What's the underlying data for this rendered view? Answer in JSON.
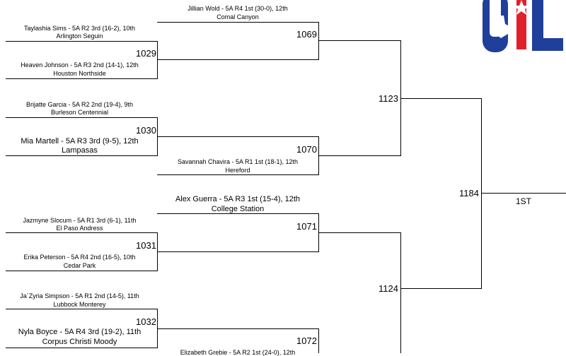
{
  "bracket": {
    "r1": [
      {
        "top_name": "Taylashia Sims - 5A R2 3rd (16-2), 10th",
        "top_school": "Arlington Seguin",
        "bottom_name": "Heaven Johnson - 5A R3 2nd (14-1), 12th",
        "bottom_school": "Houston Northside",
        "match": "1029"
      },
      {
        "top_name": "Brijatte Garcia - 5A R2 2nd (19-4), 9th",
        "top_school": "Burleson Centennial",
        "bottom_name": "Mia Martell - 5A R3 3rd (9-5), 12th",
        "bottom_school": "Lampasas",
        "match": "1030"
      },
      {
        "top_name": "Jazmyne Slocum - 5A R1 3rd (6-1), 11th",
        "top_school": "El Paso Andress",
        "bottom_name": "Erika Peterson - 5A R4 2nd (16-5), 10th",
        "bottom_school": "Cedar Park",
        "match": "1031"
      },
      {
        "top_name": "Ja`Zyria Simpson - 5A R1 2nd (14-5), 11th",
        "top_school": "Lubbock Monterey",
        "bottom_name": "Nyla Boyce - 5A R4 3rd (19-2), 11th",
        "bottom_school": "Corpus Christi Moody",
        "match": "1032"
      }
    ],
    "seeds": [
      {
        "name": "Jillian Wold - 5A R4 1st (30-0), 12th",
        "school": "Comal Canyon"
      },
      {
        "name": "Savannah Chavira - 5A R1 1st (18-1), 12th",
        "school": "Hereford"
      },
      {
        "name": "Alex Guerra - 5A R3 1st (15-4), 12th",
        "school": "College Station"
      },
      {
        "name": "Elizabeth Grebie - 5A R2 1st (24-0), 12th",
        "school": ""
      }
    ],
    "r2_matches": [
      "1069",
      "1070",
      "1071",
      "1072"
    ],
    "semi_matches": [
      "1123",
      "1124"
    ],
    "final_match": "1184",
    "winner_label": "1ST"
  },
  "logo": {
    "letters": "UIL",
    "colors": {
      "blue": "#1f3f9a",
      "red": "#e0212b",
      "white": "#ffffff"
    }
  }
}
